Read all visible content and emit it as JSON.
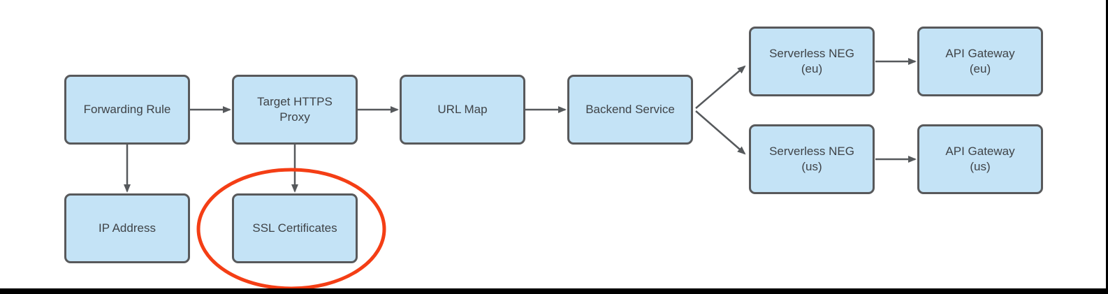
{
  "colors": {
    "node-fill": "#c4e3f6",
    "node-border": "#58595b",
    "connector": "#56595c",
    "highlight": "#f43e15",
    "text": "#3f4347",
    "frame": "#000000"
  },
  "nodes": {
    "forwarding_rule": {
      "label": "Forwarding Rule"
    },
    "target_https_proxy": {
      "label": "Target HTTPS\nProxy"
    },
    "url_map": {
      "label": "URL Map"
    },
    "backend_service": {
      "label": "Backend Service"
    },
    "serverless_neg_eu": {
      "label": "Serverless NEG\n(eu)"
    },
    "api_gateway_eu": {
      "label": "API Gateway\n(eu)"
    },
    "serverless_neg_us": {
      "label": "Serverless NEG\n(us)"
    },
    "api_gateway_us": {
      "label": "API Gateway\n(us)"
    },
    "ip_address": {
      "label": "IP Address"
    },
    "ssl_certificates": {
      "label": "SSL Certificates"
    }
  },
  "edges": [
    {
      "from": "forwarding_rule",
      "to": "target_https_proxy"
    },
    {
      "from": "target_https_proxy",
      "to": "url_map"
    },
    {
      "from": "url_map",
      "to": "backend_service"
    },
    {
      "from": "backend_service",
      "to": "serverless_neg_eu"
    },
    {
      "from": "backend_service",
      "to": "serverless_neg_us"
    },
    {
      "from": "serverless_neg_eu",
      "to": "api_gateway_eu"
    },
    {
      "from": "serverless_neg_us",
      "to": "api_gateway_us"
    },
    {
      "from": "forwarding_rule",
      "to": "ip_address"
    },
    {
      "from": "target_https_proxy",
      "to": "ssl_certificates"
    }
  ],
  "highlight": {
    "shape": "ellipse",
    "around": "ssl_certificates",
    "color": "#f43e15"
  }
}
